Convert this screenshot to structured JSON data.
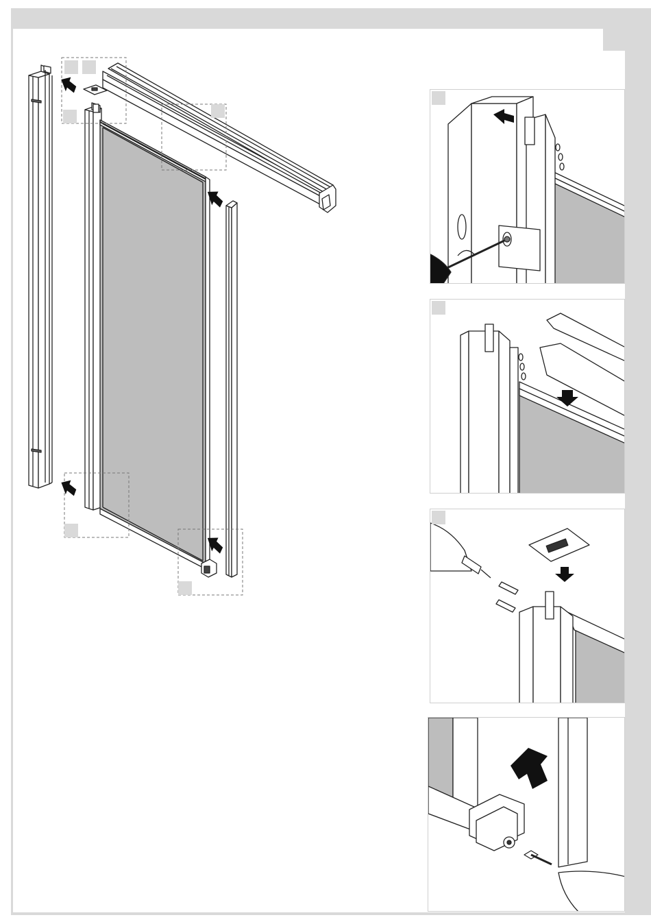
{
  "page": {
    "colors": {
      "frame": "#d9d9d9",
      "glass": "#bdbdbd",
      "stroke": "#222222",
      "panel_border": "#cfcfcf"
    },
    "overview": {
      "callout_markers": [
        "",
        "",
        "",
        "",
        "",
        ""
      ],
      "stray_mark": "`"
    },
    "detail_steps": [
      {
        "label": "",
        "content": "handle-screw-adjustment"
      },
      {
        "label": "",
        "content": "top-rail-lowering"
      },
      {
        "label": "",
        "content": "cap-and-pins-drilling"
      },
      {
        "label": "",
        "content": "roller-block-screwing"
      }
    ]
  }
}
